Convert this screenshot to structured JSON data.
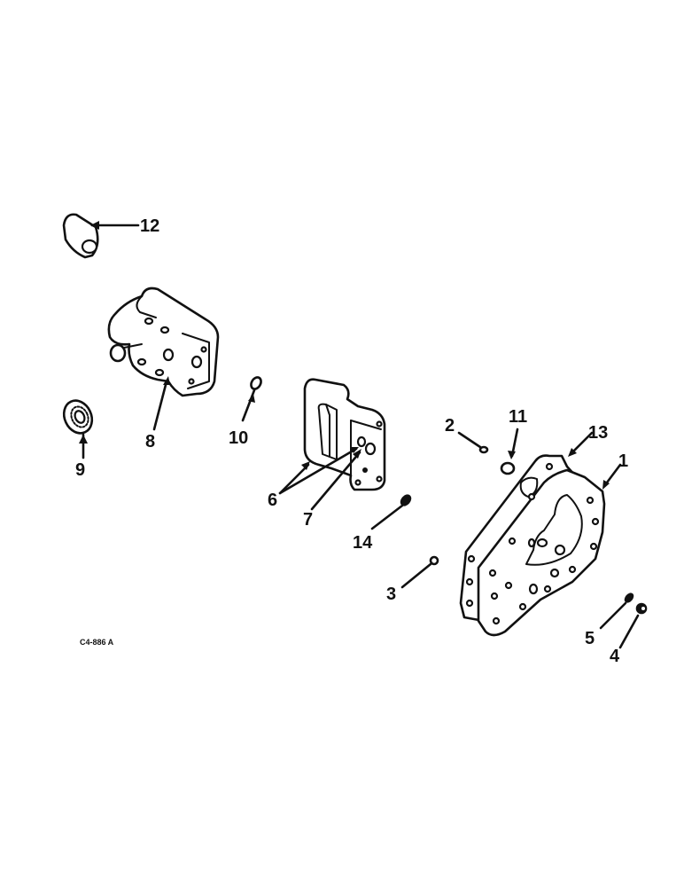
{
  "diagram": {
    "caption": "C4-886 A",
    "callouts": [
      {
        "id": "1",
        "label": "1",
        "part": "gasket-plate-rear"
      },
      {
        "id": "2",
        "label": "2",
        "part": "bolt"
      },
      {
        "id": "3",
        "label": "3",
        "part": "bolt"
      },
      {
        "id": "4",
        "label": "4",
        "part": "nut"
      },
      {
        "id": "5",
        "label": "5",
        "part": "stud"
      },
      {
        "id": "6",
        "label": "6",
        "part": "dowel-pins"
      },
      {
        "id": "7",
        "label": "7",
        "part": "o-ring"
      },
      {
        "id": "8",
        "label": "8",
        "part": "hydraulic-pump"
      },
      {
        "id": "9",
        "label": "9",
        "part": "drive-gear"
      },
      {
        "id": "10",
        "label": "10",
        "part": "key"
      },
      {
        "id": "11",
        "label": "11",
        "part": "o-ring"
      },
      {
        "id": "12",
        "label": "12",
        "part": "elbow-fitting"
      },
      {
        "id": "13",
        "label": "13",
        "part": "gasket"
      },
      {
        "id": "14",
        "label": "14",
        "part": "bolt"
      }
    ]
  }
}
